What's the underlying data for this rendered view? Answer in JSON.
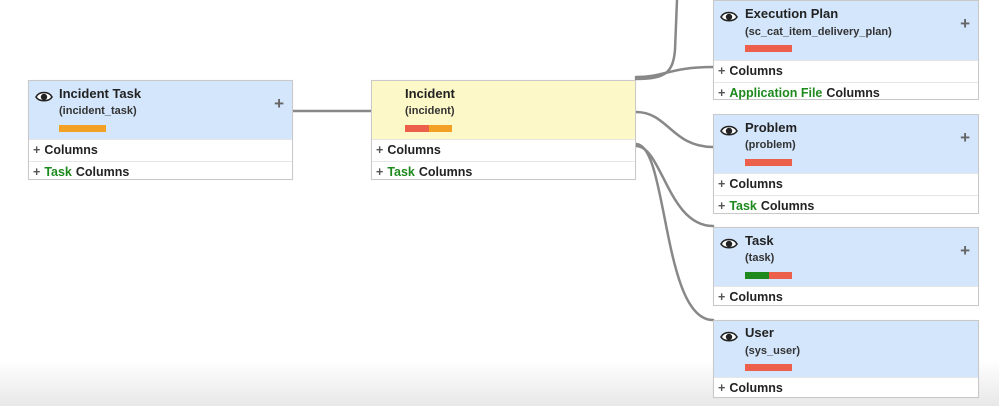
{
  "colors": {
    "header_blue": "#d4e6fb",
    "header_yellow": "#fdf8c8",
    "accent_green": "#1e8a1e",
    "connector": "#888888",
    "bar_orange": "#f2a125",
    "bar_red": "#ec5f4a",
    "bar_green": "#1e8a1e"
  },
  "icons": {
    "view": "eye-icon",
    "expand": "plus-icon"
  },
  "nodes": {
    "incident_task": {
      "title": "Incident Task",
      "table": "(incident_task)",
      "rows": [
        {
          "accent": "",
          "label": "Columns"
        },
        {
          "accent": "Task",
          "label": "Columns"
        }
      ]
    },
    "incident": {
      "title": "Incident",
      "table": "(incident)",
      "rows": [
        {
          "accent": "",
          "label": "Columns"
        },
        {
          "accent": "Task",
          "label": "Columns"
        }
      ]
    },
    "execution_plan": {
      "title": "Execution Plan",
      "table": "(sc_cat_item_delivery_plan)",
      "rows": [
        {
          "accent": "",
          "label": "Columns"
        },
        {
          "accent": "Application File",
          "label": "Columns"
        }
      ]
    },
    "problem": {
      "title": "Problem",
      "table": "(problem)",
      "rows": [
        {
          "accent": "",
          "label": "Columns"
        },
        {
          "accent": "Task",
          "label": "Columns"
        }
      ]
    },
    "task": {
      "title": "Task",
      "table": "(task)",
      "rows": [
        {
          "accent": "",
          "label": "Columns"
        }
      ]
    },
    "user": {
      "title": "User",
      "table": "(sys_user)",
      "rows": [
        {
          "accent": "",
          "label": "Columns"
        }
      ]
    }
  }
}
